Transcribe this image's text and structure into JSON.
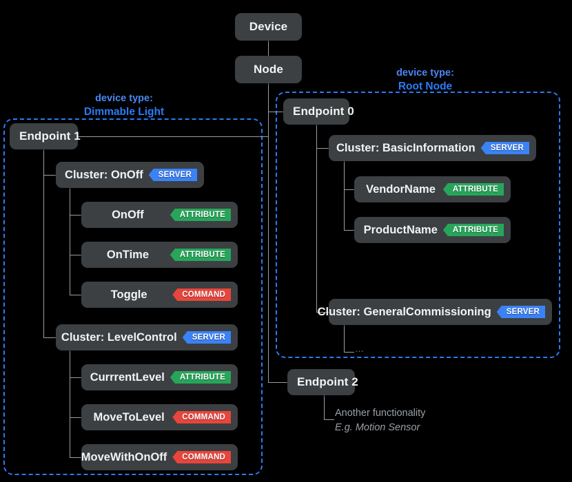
{
  "diagram": {
    "title_nodes": {
      "device": "Device",
      "node": "Node"
    },
    "regions": [
      {
        "id": "dimmable-light",
        "caption_top": "device type:",
        "caption_name": "Dimmable Light",
        "accent": "#2a7cf7"
      },
      {
        "id": "root-node",
        "caption_top": "device type:",
        "caption_name": "Root Node",
        "accent": "#2a7cf7"
      }
    ],
    "endpoints": {
      "endpoint0": "Endpoint 0",
      "endpoint1": "Endpoint 1",
      "endpoint2": "Endpoint 2"
    },
    "clusters": {
      "onoff": {
        "label": "Cluster: OnOff",
        "badge": "SERVER",
        "badge_type": "server"
      },
      "levelcontrol": {
        "label": "Cluster: LevelControl",
        "badge": "SERVER",
        "badge_type": "server"
      },
      "basicinformation": {
        "label": "Cluster: BasicInformation",
        "badge": "SERVER",
        "badge_type": "server"
      },
      "generalcommissioning": {
        "label": "Cluster: GeneralCommissioning",
        "badge": "SERVER",
        "badge_type": "server"
      }
    },
    "members": {
      "onoff_attr": {
        "label": "OnOff",
        "badge": "ATTRIBUTE",
        "badge_type": "attribute"
      },
      "ontime_attr": {
        "label": "OnTime",
        "badge": "ATTRIBUTE",
        "badge_type": "attribute"
      },
      "toggle_cmd": {
        "label": "Toggle",
        "badge": "COMMAND",
        "badge_type": "command"
      },
      "currentlevel": {
        "label": "CurrrentLevel",
        "badge": "ATTRIBUTE",
        "badge_type": "attribute"
      },
      "movetolevel": {
        "label": "MoveToLevel",
        "badge": "COMMAND",
        "badge_type": "command"
      },
      "movewithonoff": {
        "label": "MoveWithOnOff",
        "badge": "COMMAND",
        "badge_type": "command"
      },
      "vendorname": {
        "label": "VendorName",
        "badge": "ATTRIBUTE",
        "badge_type": "attribute"
      },
      "productname": {
        "label": "ProductName",
        "badge": "ATTRIBUTE",
        "badge_type": "attribute"
      }
    },
    "notes": {
      "endpoint2_line1": "Another functionality",
      "endpoint2_line2": "E.g. Motion Sensor",
      "generalcommissioning_more": "..."
    },
    "colors": {
      "background": "#000000",
      "box": "#3c4043",
      "box_text": "#f1f3f4",
      "connector": "#9aa0a6",
      "region_dash": "#2a7cf7",
      "badge_server": "#3b82f6",
      "badge_attribute": "#27a65a",
      "badge_command": "#e8453c",
      "note_text": "#9aa0a6"
    }
  }
}
